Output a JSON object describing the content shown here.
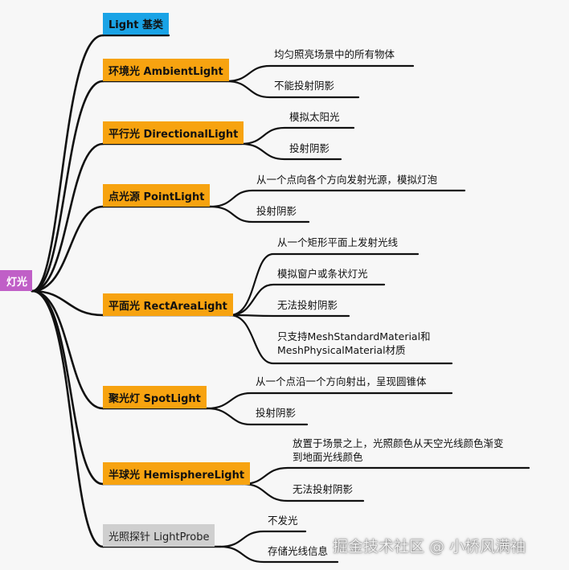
{
  "root": {
    "label": "灯光"
  },
  "branches": [
    {
      "label": "Light 基类",
      "style": "blue",
      "children": []
    },
    {
      "label": "环境光 AmbientLight",
      "style": "orange",
      "children": [
        "均匀照亮场景中的所有物体",
        "不能投射阴影"
      ]
    },
    {
      "label": "平行光 DirectionalLight",
      "style": "orange",
      "children": [
        "模拟太阳光",
        "投射阴影"
      ]
    },
    {
      "label": "点光源 PointLight",
      "style": "orange",
      "children": [
        "从一个点向各个方向发射光源，模拟灯泡",
        "投射阴影"
      ]
    },
    {
      "label": "平面光 RectAreaLight",
      "style": "orange",
      "children": [
        "从一个矩形平面上发射光线",
        "模拟窗户或条状灯光",
        "无法投射阴影",
        "只支持MeshStandardMaterial和",
        "MeshPhysicalMaterial材质"
      ]
    },
    {
      "label": "聚光灯 SpotLight",
      "style": "orange",
      "children": [
        "从一个点沿一个方向射出，呈现圆锥体",
        "投射阴影"
      ]
    },
    {
      "label": "半球光 HemisphereLight",
      "style": "orange",
      "children": [
        "放置于场景之上，光照颜色从天空光线颜色渐变",
        "到地面光线颜色",
        "无法投射阴影"
      ]
    },
    {
      "label": "光照探针 LightProbe",
      "style": "gray",
      "children": [
        "不发光",
        "存储光线信息"
      ]
    }
  ],
  "watermark": "掘金技术社区 @ 小桥风满袖",
  "colors": {
    "root": "#c05fc7",
    "base": "#1aa3e6",
    "branch": "#f7a310",
    "probe": "#cfcfcf",
    "line": "#111111"
  }
}
